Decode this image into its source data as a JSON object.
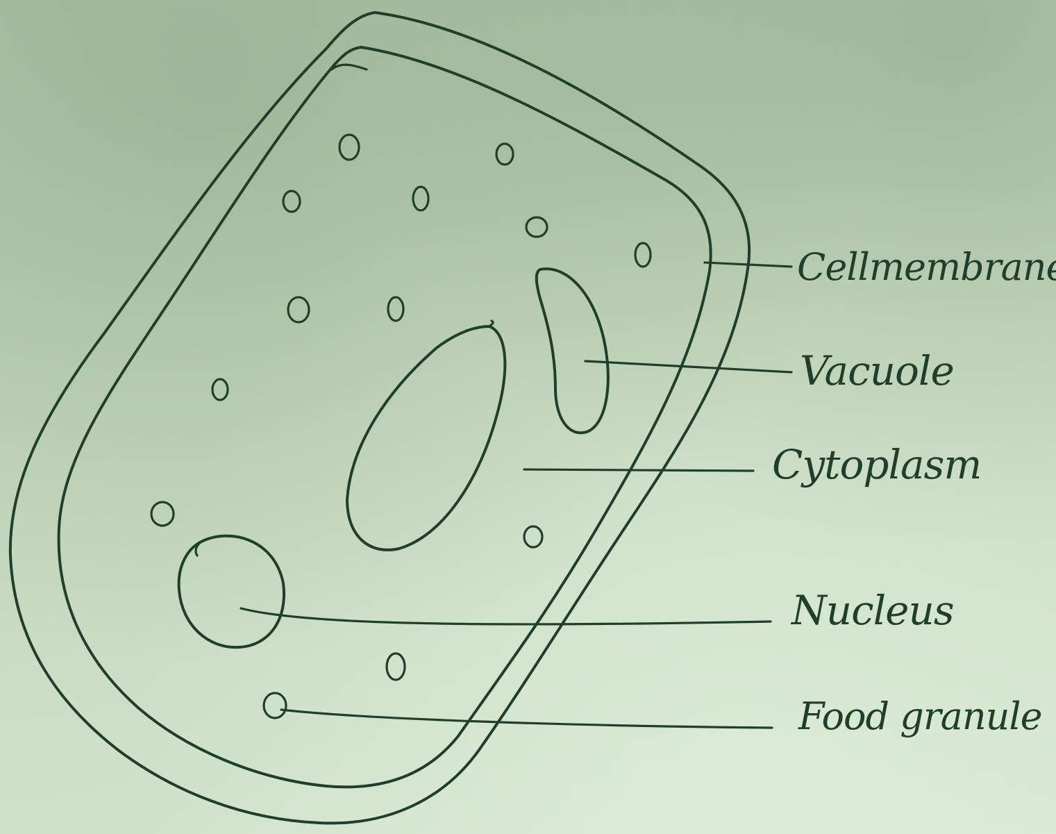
{
  "diagram": {
    "labels": {
      "cell_membrane": "Cellmembrane",
      "vacuole": "Vacuole",
      "cytoplasm": "Cytoplasm",
      "nucleus": "Nucleus",
      "food_granule": "Food granule"
    }
  },
  "colors": {
    "ink": "#1f3f2a",
    "paper": "#c3d6bb"
  }
}
